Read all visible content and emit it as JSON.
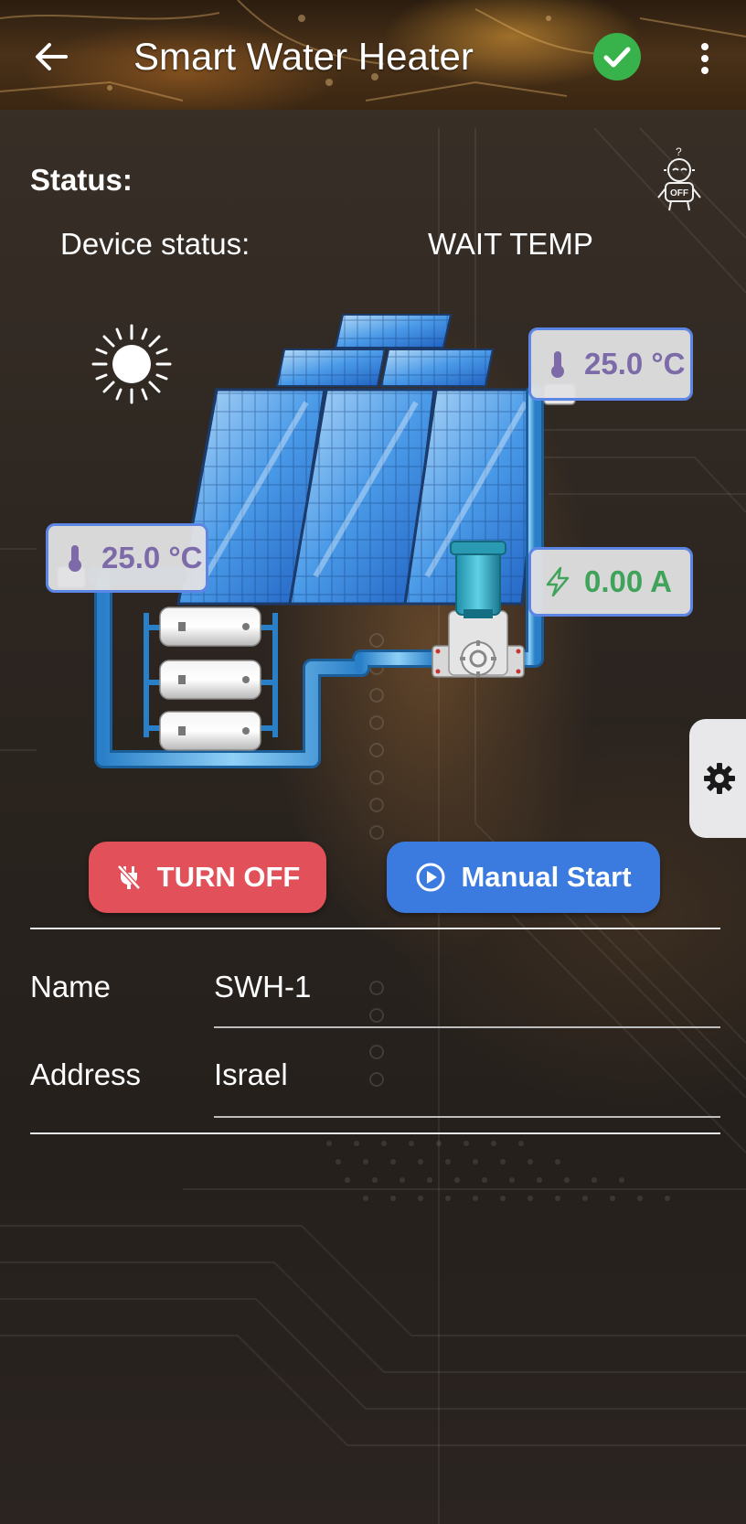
{
  "header": {
    "title": "Smart Water Heater",
    "back_icon": "arrow-left-icon",
    "status_icon": "check-circle-icon",
    "menu_icon": "more-vert-icon"
  },
  "status": {
    "section_label": "Status:",
    "device_status_label": "Device status:",
    "device_status_value": "WAIT TEMP",
    "robot_badge": "OFF",
    "robot_icon": "robot-off-icon"
  },
  "readings": {
    "temperature_top": "25.0 °C",
    "temperature_left": "25.0 °C",
    "current": "0.00 A"
  },
  "actions": {
    "turn_off_label": "TURN OFF",
    "manual_start_label": "Manual Start"
  },
  "details": {
    "name_label": "Name",
    "name_value": "SWH-1",
    "address_label": "Address",
    "address_value": "Israel"
  },
  "colors": {
    "accent_blue": "#3b7be0",
    "danger_red": "#e2505a",
    "success_green": "#38b24a",
    "readout_border": "#5b86e5",
    "temp_text": "#7c6ba8",
    "amp_text": "#3fa45a"
  }
}
